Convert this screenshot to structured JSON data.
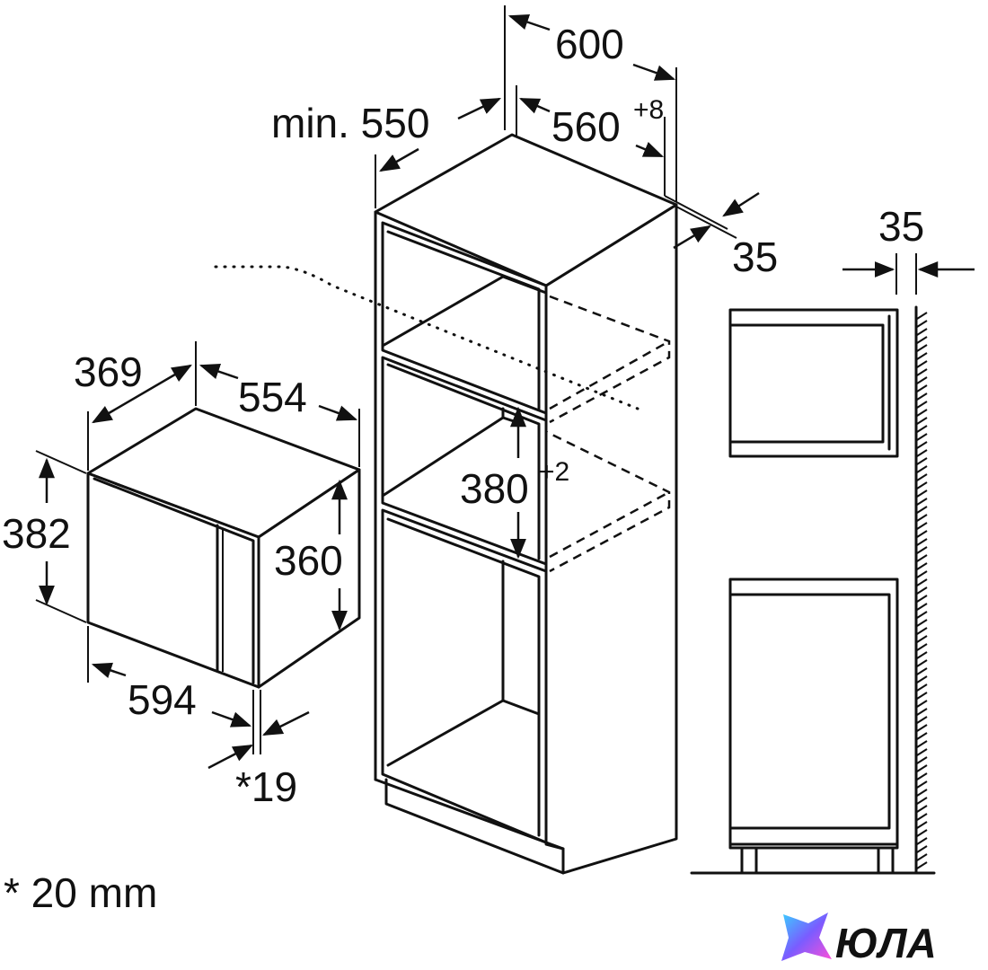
{
  "diagram": {
    "microwave": {
      "depth_label": "369",
      "width_top_label": "554",
      "height_outer_label": "382",
      "height_inner_label": "360",
      "width_front_label": "594",
      "door_label": "*19"
    },
    "cabinet": {
      "min_depth_label": "min. 550",
      "width_outer_label": "600",
      "niche_width_label": "560",
      "niche_width_tol": "+8",
      "back_gap_label": "35",
      "niche_height_label": "380",
      "niche_height_tol": "+2"
    },
    "side_view": {
      "wall_gap_label": "35"
    },
    "footnote": "* 20 mm"
  },
  "brand": {
    "logo_text": "ЮЛА",
    "logo_icon": "yula-star-icon"
  }
}
